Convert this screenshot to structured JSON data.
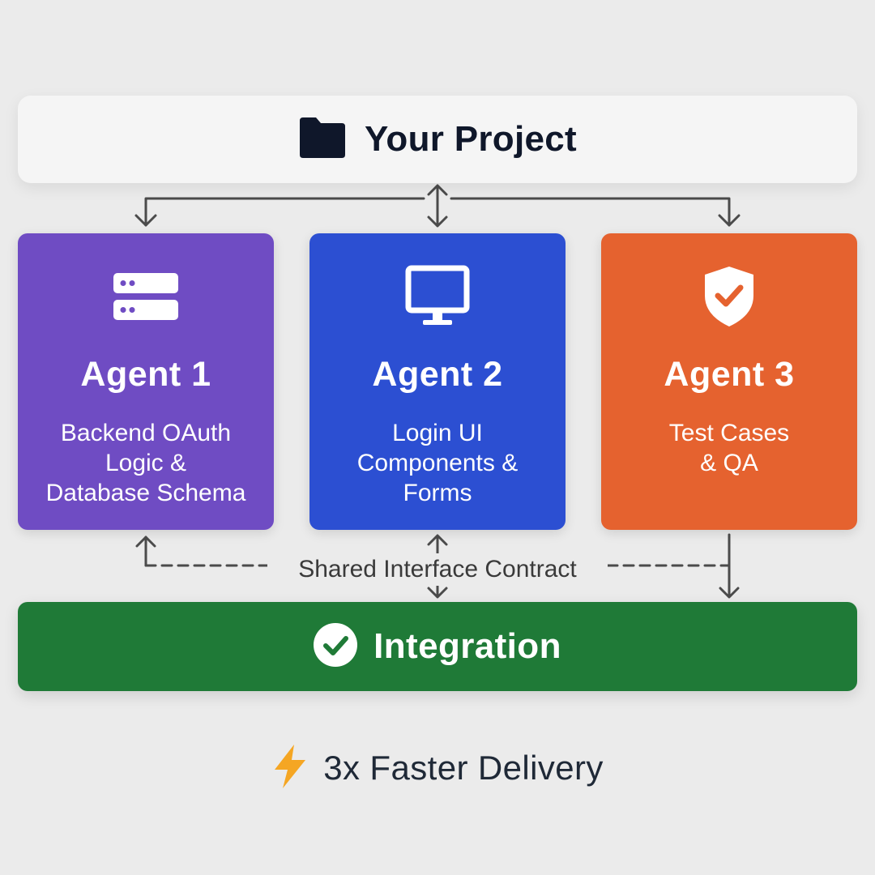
{
  "project": {
    "title": "Your Project",
    "icon": "folder-icon"
  },
  "agents": [
    {
      "name": "Agent 1",
      "description": "Backend OAuth\nLogic &\nDatabase Schema",
      "color": "#6f4cc3",
      "icon": "server-icon"
    },
    {
      "name": "Agent 2",
      "description": "Login UI\nComponents &\nForms",
      "color": "#2c4fd2",
      "icon": "monitor-icon"
    },
    {
      "name": "Agent 3",
      "description": "Test Cases\n& QA",
      "color": "#e5622f",
      "icon": "shield-check-icon"
    }
  ],
  "contract": {
    "label": "Shared Interface Contract"
  },
  "integration": {
    "title": "Integration",
    "color": "#1f7a37",
    "icon": "check-circle-icon"
  },
  "footer": {
    "text": "3x Faster Delivery",
    "icon": "lightning-icon",
    "icon_color": "#f5a623"
  }
}
